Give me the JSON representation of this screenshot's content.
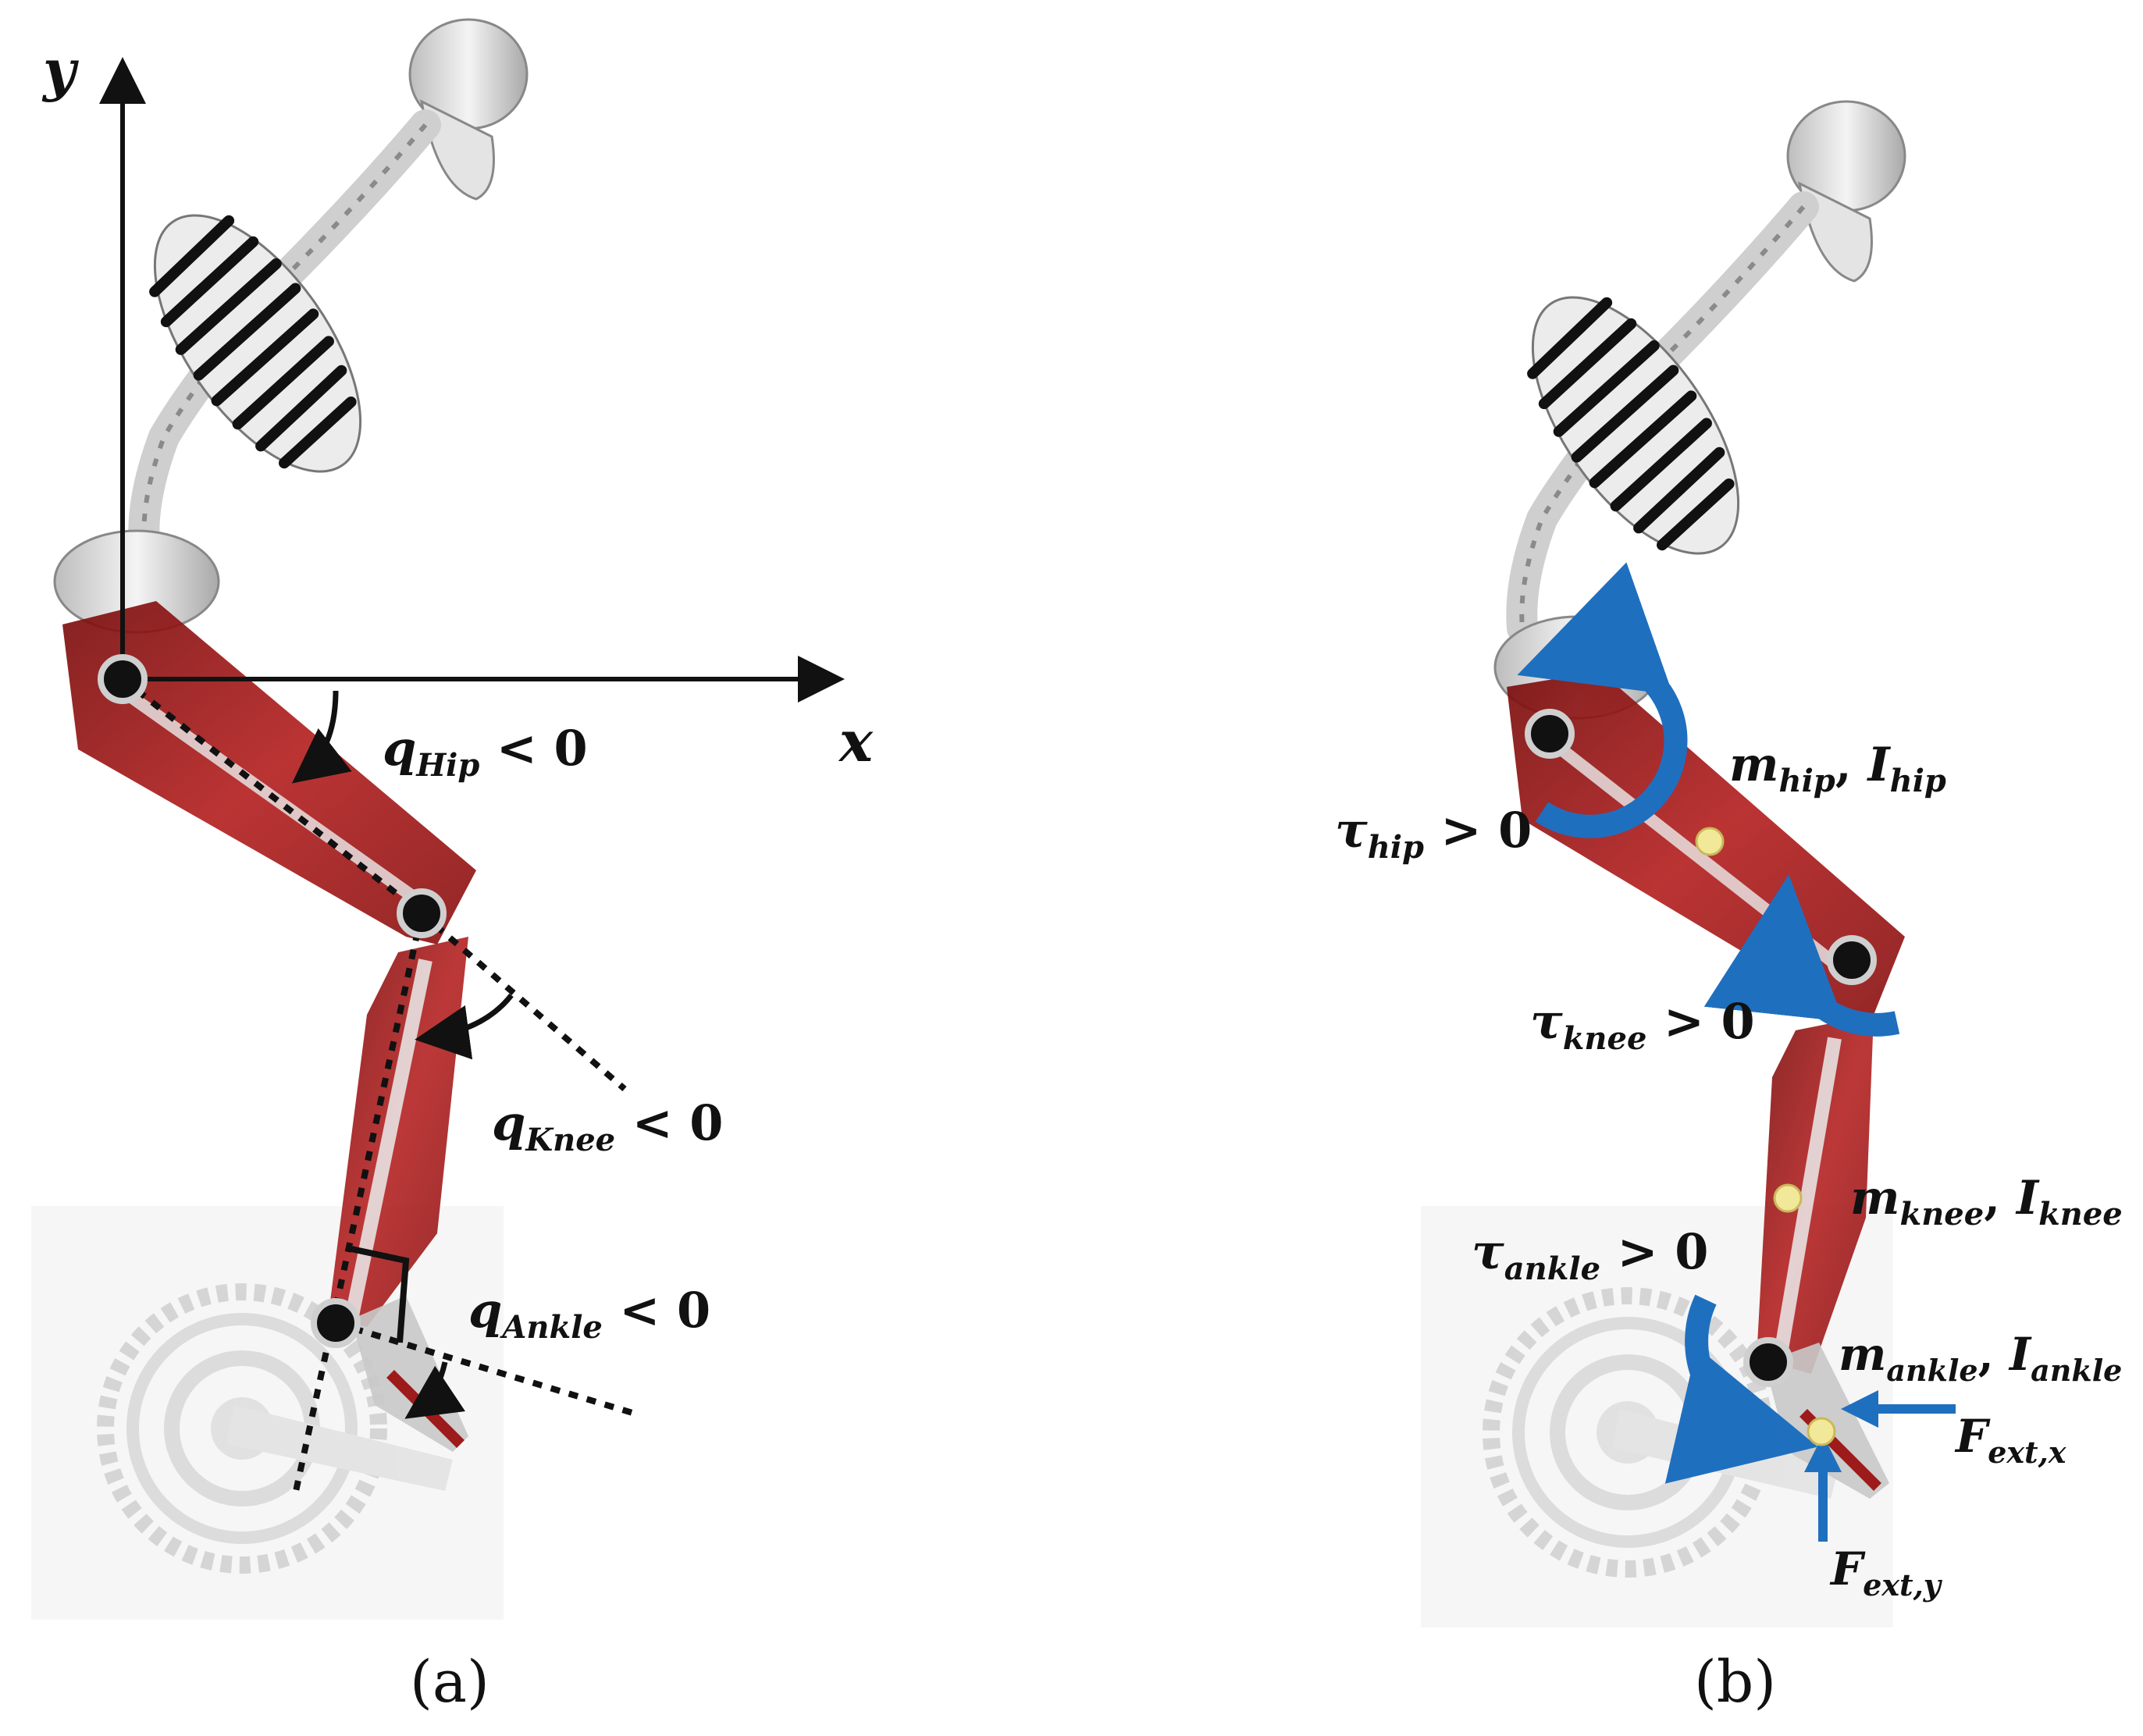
{
  "colors": {
    "muscle": "#9e1b1b",
    "bone": "#d9d9d9",
    "joint": "#111111",
    "torque_arrow": "#1f6fbf",
    "com_marker": "#f2e89a",
    "crank": "#cfcfcf"
  },
  "panel_a": {
    "axis_x_label": "x",
    "axis_y_label": "y",
    "angle_hip": {
      "sym": "q",
      "sub": "Hip",
      "rel": " < 0"
    },
    "angle_knee": {
      "sym": "q",
      "sub": "Knee",
      "rel": " < 0"
    },
    "angle_ankle": {
      "sym": "q",
      "sub": "Ankle",
      "rel": " < 0"
    },
    "caption": "(a)"
  },
  "panel_b": {
    "torque_hip": {
      "sym": "τ",
      "sub": "hip",
      "rel": " > 0"
    },
    "torque_knee": {
      "sym": "τ",
      "sub": "knee",
      "rel": " > 0"
    },
    "torque_ankle": {
      "sym": "τ",
      "sub": "ankle",
      "rel": " > 0"
    },
    "mass_hip": {
      "m": "m",
      "m_sub": "hip",
      "sep": ", ",
      "i": "I",
      "i_sub": "hip"
    },
    "mass_knee": {
      "m": "m",
      "m_sub": "knee",
      "sep": ", ",
      "i": "I",
      "i_sub": "knee"
    },
    "mass_ankle": {
      "m": "m",
      "m_sub": "ankle",
      "sep": ", ",
      "i": "I",
      "i_sub": "ankle"
    },
    "force_x": {
      "sym": "F",
      "sub": "ext,x"
    },
    "force_y": {
      "sym": "F",
      "sub": "ext,y"
    },
    "caption": "(b)"
  }
}
